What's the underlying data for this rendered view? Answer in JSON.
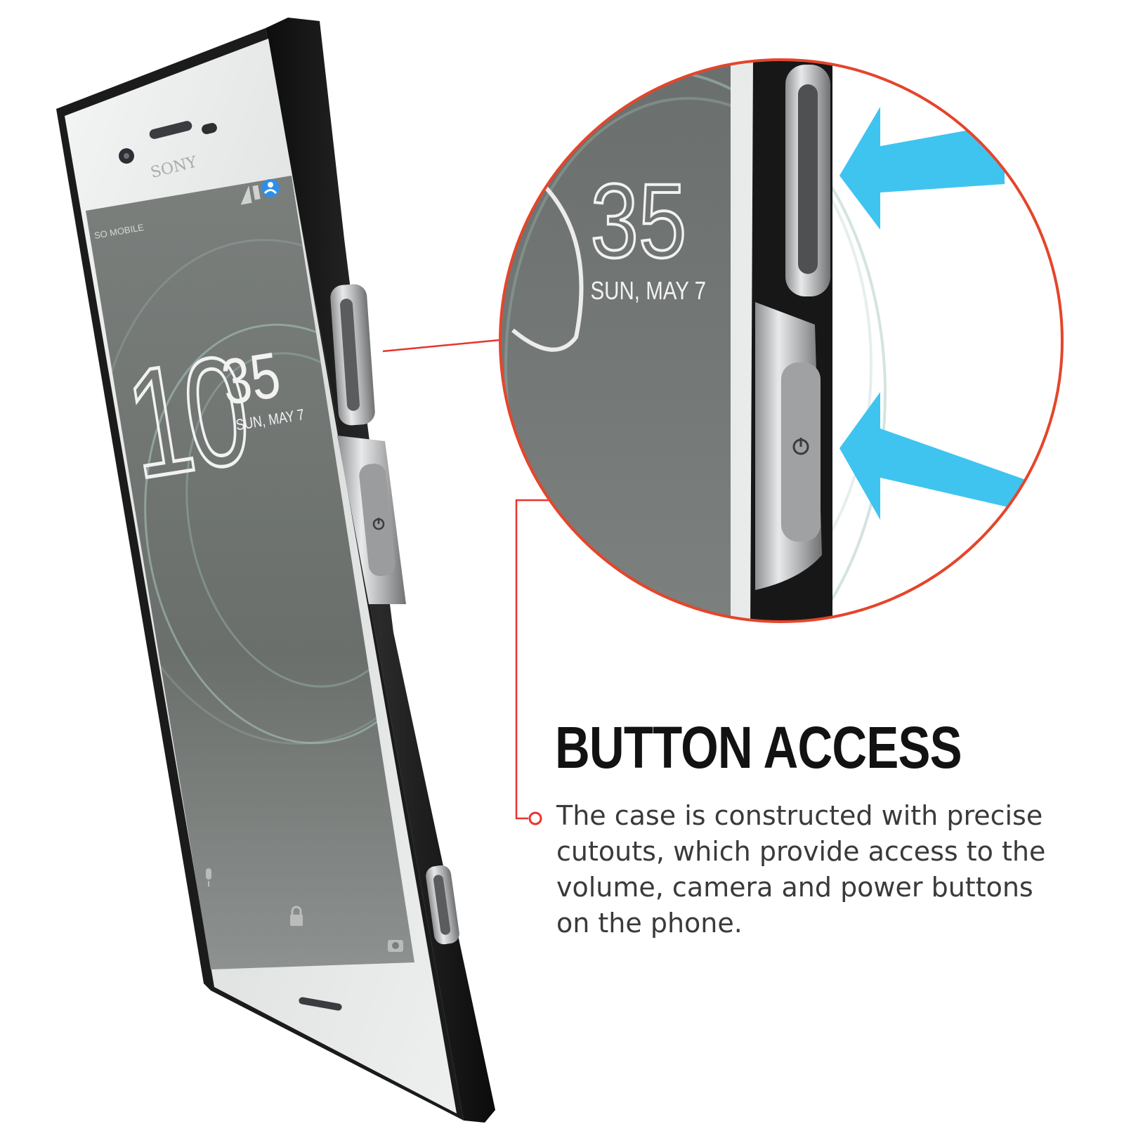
{
  "phone": {
    "brand": "SONY",
    "carrier": "SO MOBILE",
    "clock_hour": "10",
    "clock_minute": "35",
    "date": "SUN, MAY 7"
  },
  "zoom": {
    "clock_minute": "35",
    "date": "SUN, MAY 7"
  },
  "feature": {
    "title": "BUTTON ACCESS",
    "description": "The case is constructed with precise cutouts, which provide access to the volume, camera and power buttons on the phone."
  },
  "colors": {
    "accent_red": "#e8342e",
    "arrow_blue": "#3fc4f0",
    "case_black": "#151515",
    "screen_gray": "#6e7370"
  },
  "icons": [
    "mic-icon",
    "lock-icon",
    "camera-icon",
    "power-icon",
    "signal-icon",
    "battery-icon",
    "user-icon"
  ]
}
